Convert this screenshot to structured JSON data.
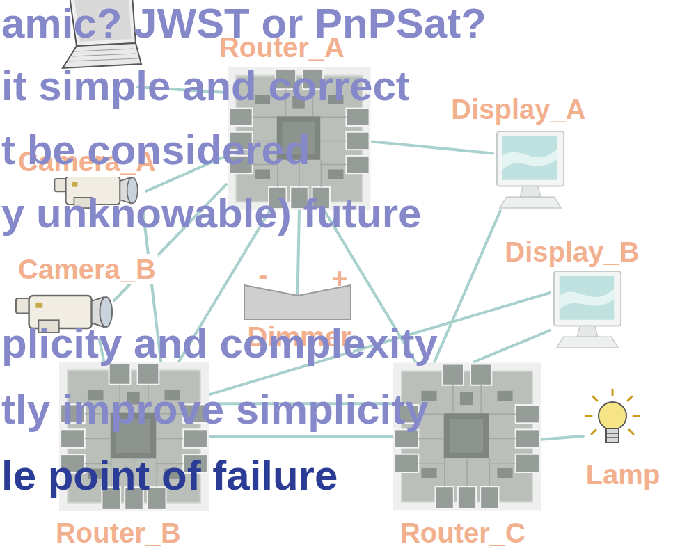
{
  "diagram": {
    "nodes": [
      {
        "text": [
          "Router_A"
        ]
      },
      {
        "text": [
          "Display_A"
        ]
      },
      {
        "text": [
          "Camera_A"
        ]
      },
      {
        "text": [
          "Display_B"
        ]
      },
      {
        "text": [
          "Camera_B"
        ]
      },
      {
        "text": [
          "-",
          "+",
          "Dimmer"
        ]
      },
      {
        "text": [
          "Router_B"
        ]
      },
      {
        "text": [
          "Router_C"
        ]
      },
      {
        "text": [
          "Lamp"
        ]
      }
    ],
    "edges": [
      {
        "from": 0,
        "to": 1,
        "arrow": "none"
      },
      {
        "from": 0,
        "to": 2,
        "arrow": "none"
      },
      {
        "from": 0,
        "to": 4,
        "arrow": "none"
      },
      {
        "from": 0,
        "to": 5,
        "arrow": "none"
      },
      {
        "from": 0,
        "to": 6,
        "arrow": "none"
      },
      {
        "from": 0,
        "to": 7,
        "arrow": "none"
      },
      {
        "from": 2,
        "to": 6,
        "arrow": "none"
      },
      {
        "from": 4,
        "to": 6,
        "arrow": "none"
      },
      {
        "from": 6,
        "to": 7,
        "arrow": "none"
      },
      {
        "from": 6,
        "to": 7,
        "arrow": "none"
      },
      {
        "from": 6,
        "to": 3,
        "arrow": "none"
      },
      {
        "from": 7,
        "to": 1,
        "arrow": "none"
      },
      {
        "from": 7,
        "to": 3,
        "arrow": "none"
      },
      {
        "from": 7,
        "to": 8,
        "arrow": "none"
      }
    ],
    "labels": [
      "amic? JWST or PnPSat?",
      "it simple and correct",
      "t be considered",
      "y unknowable) future",
      "plicity and complexity",
      "tly improve simplicity",
      "le point of failure"
    ]
  }
}
